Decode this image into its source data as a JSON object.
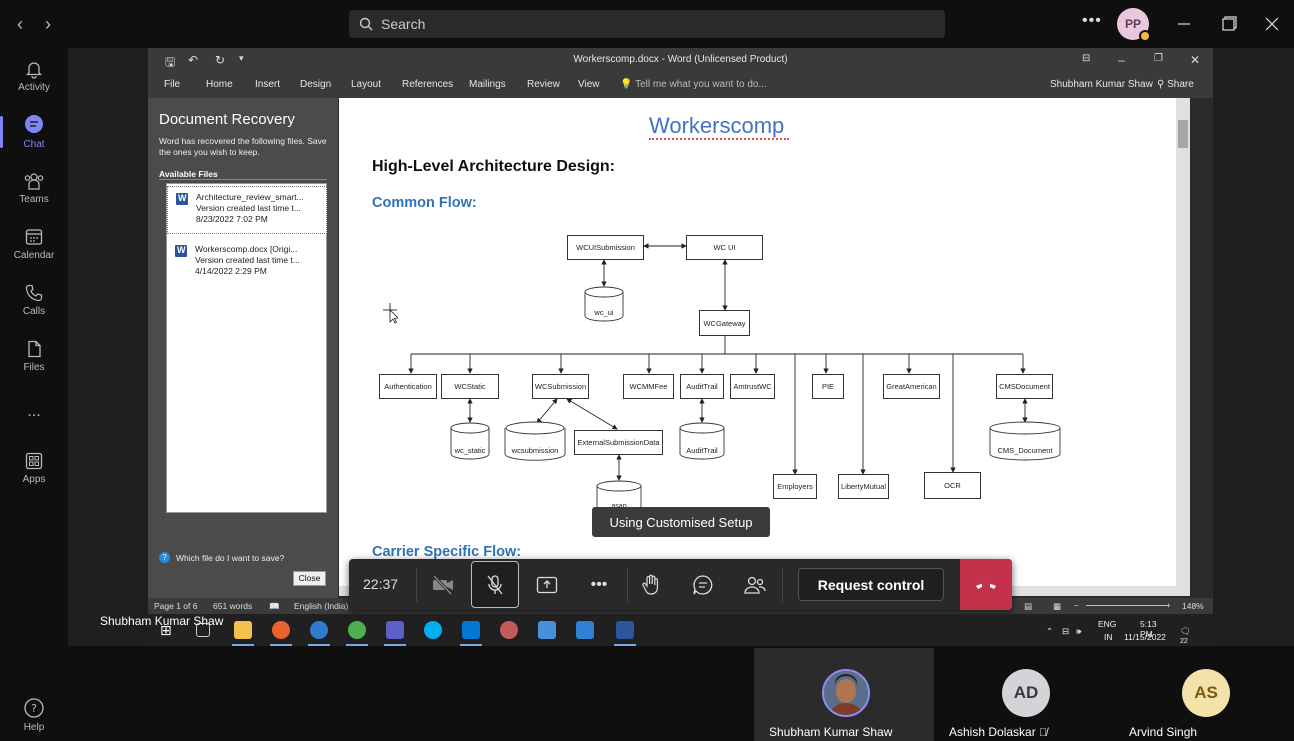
{
  "search": {
    "placeholder": "Search"
  },
  "top_avatar": {
    "initials": "PP"
  },
  "rail": {
    "items": [
      {
        "label": "Activity",
        "icon": "bell-icon"
      },
      {
        "label": "Chat",
        "icon": "chat-icon",
        "active": true
      },
      {
        "label": "Teams",
        "icon": "teams-icon"
      },
      {
        "label": "Calendar",
        "icon": "calendar-icon"
      },
      {
        "label": "Calls",
        "icon": "phone-icon"
      },
      {
        "label": "Files",
        "icon": "file-icon"
      },
      {
        "label": "...",
        "icon": "more-icon"
      },
      {
        "label": "Apps",
        "icon": "apps-icon"
      }
    ],
    "help": "Help"
  },
  "word": {
    "title": "Workerscomp.docx - Word (Unlicensed Product)",
    "tabs": [
      "File",
      "Home",
      "Insert",
      "Design",
      "Layout",
      "References",
      "Mailings",
      "Review",
      "View"
    ],
    "tell_me": "Tell me what you want to do...",
    "user": "Shubham Kumar Shaw",
    "share": "Share",
    "recovery": {
      "title": "Document Recovery",
      "desc": "Word has recovered the following files. Save the ones you wish to keep.",
      "available": "Available Files",
      "files": [
        {
          "name": "Architecture_review_smart...",
          "info": "Version created last time t...",
          "date": "8/23/2022 7:02 PM"
        },
        {
          "name": "Workerscomp.docx  [Origi...",
          "info": "Version created last time t...",
          "date": "4/14/2022 2:29 PM"
        }
      ],
      "help": "Which file do I want to save?",
      "close": "Close"
    },
    "doc": {
      "title": "Workerscomp",
      "heading": "High-Level Architecture Design:",
      "common_flow": "Common Flow:",
      "carrier_flow": "Carrier Specific Flow:",
      "nodes": {
        "wcuisubmission": "WCUISubmission",
        "wcui": "WC UI",
        "wc_ui": "wc_ui",
        "wcgateway": "WCGateway",
        "authentication": "Authentication",
        "wcstatic": "WCStatic",
        "wcsubmission": "WCSubmission",
        "wcmmfee": "WCMMFee",
        "audittrail": "AuditTrail",
        "amtrustwc": "AmtrustWC",
        "pie": "PIE",
        "greatamerican": "GreatAmerican",
        "cmsdocument": "CMSDocument",
        "wc_static": "wc_static",
        "wcsubmission_db": "wcsubmission",
        "externalsubmissiondata": "ExternalSubmissionData",
        "audittrail_db": "AuditTrail",
        "employers": "Employers",
        "libertymutual": "LibertyMutual",
        "ocr": "OCR",
        "cms_document": "CMS_Document",
        "asap": "asap"
      }
    },
    "status": {
      "page": "Page 1 of 6",
      "words": "651 words",
      "language": "English (India)",
      "zoom": "148%"
    }
  },
  "tooltip": "Using Customised Setup",
  "controls": {
    "timer": "22:37",
    "request_control": "Request control"
  },
  "presenter": "Shubham Kumar Shaw",
  "taskbar": {
    "lang": "ENG",
    "region": "IN",
    "time": "5:13 PM",
    "date": "11/15/2022",
    "notifications": "22"
  },
  "participants": [
    {
      "name": "Shubham Kumar Shaw",
      "initials": "",
      "color": "#8a5a3b"
    },
    {
      "name": "Ashish Dolaskar",
      "initials": "AD",
      "color": "#d4d4d8",
      "muted": true
    },
    {
      "name": "Arvind Singh",
      "initials": "AS",
      "color": "#f3e2a9"
    }
  ]
}
